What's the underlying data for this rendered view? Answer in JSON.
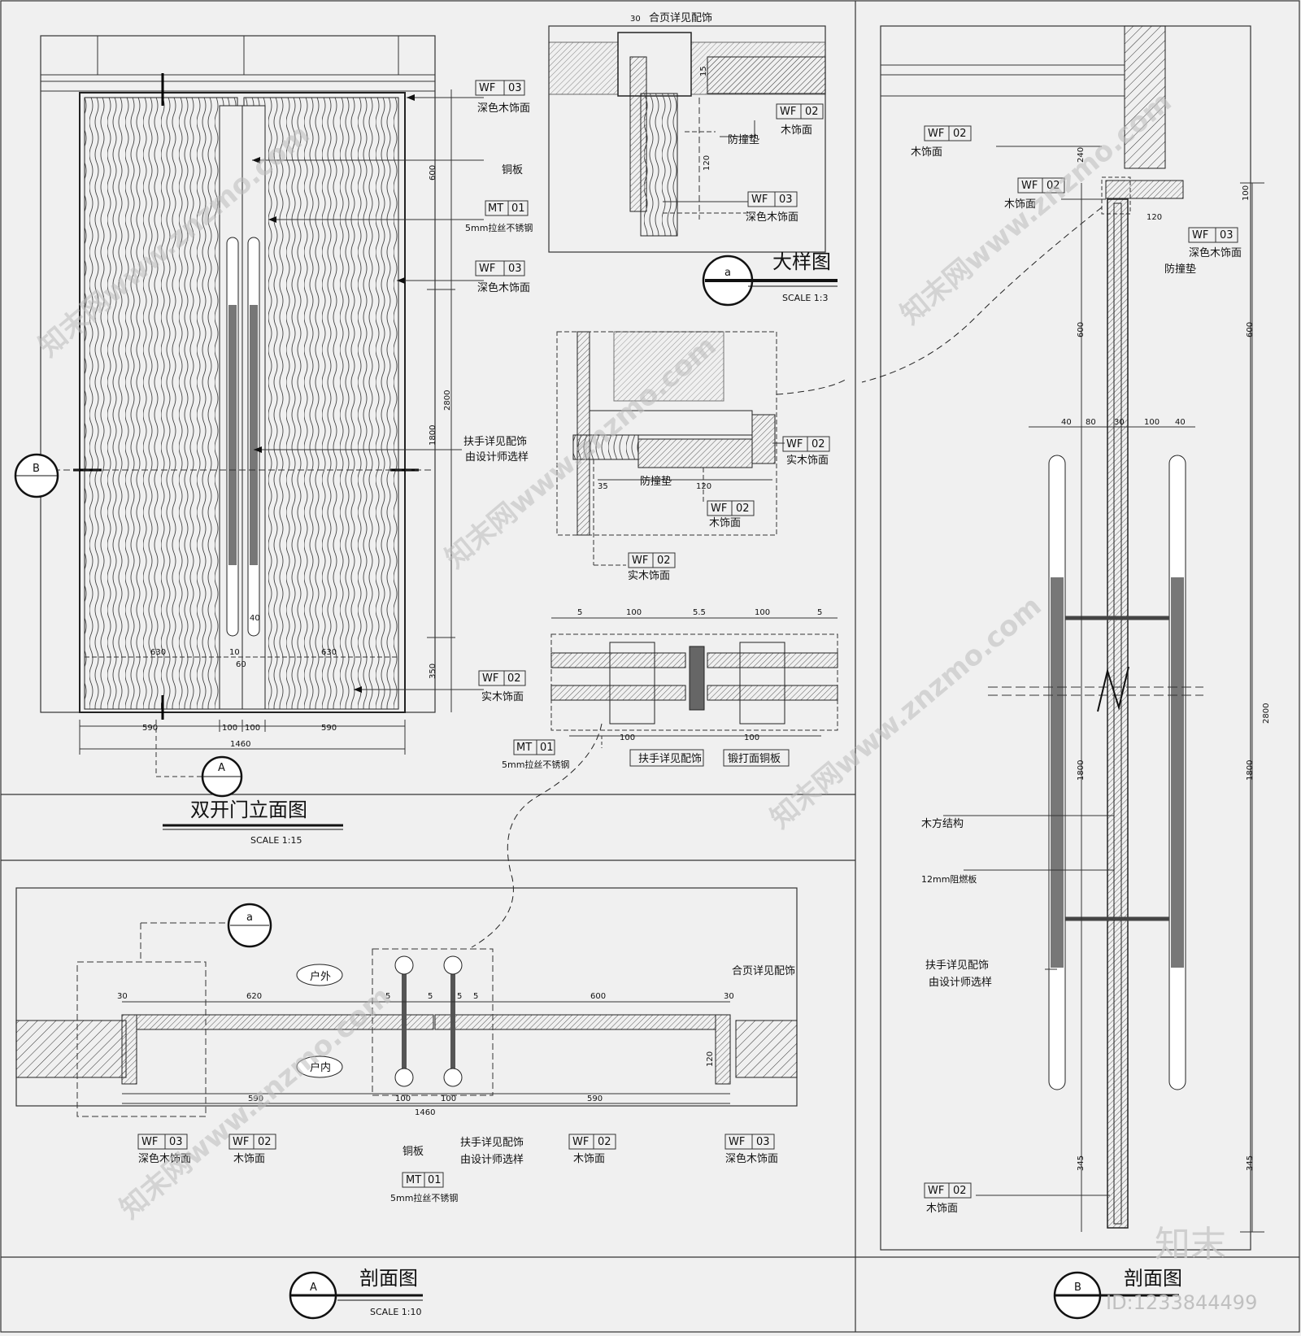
{
  "elevation": {
    "title": "双开门立面图",
    "scale": "SCALE 1:15",
    "tags": [
      {
        "code": "WF",
        "num": "03",
        "label": "深色木饰面"
      },
      {
        "label": "铜板"
      },
      {
        "code": "MT",
        "num": "01",
        "label": "5mm拉丝不锈钢"
      },
      {
        "code": "WF",
        "num": "03",
        "label": "深色木饰面"
      },
      {
        "label": "扶手详见配饰",
        "label2": "由设计师选样"
      },
      {
        "code": "WF",
        "num": "02",
        "label": "实木饰面"
      }
    ],
    "dims": {
      "d600": "600",
      "d2800": "2800",
      "d1800": "1800",
      "d350": "350",
      "d630a": "630",
      "d630b": "630",
      "d10": "10",
      "d60": "60",
      "d40": "40",
      "d590a": "590",
      "d100a": "100",
      "d100b": "100",
      "d590b": "590",
      "d1460": "1460"
    },
    "markers": {
      "section_a": "A",
      "section_b": "B"
    }
  },
  "detail_a": {
    "title": "大样图",
    "scale": "SCALE 1:3",
    "marker": "a",
    "top_note": "合页详见配饰",
    "dim30": "30",
    "dim120": "120",
    "dim15": "15",
    "tags": [
      {
        "code": "WF",
        "num": "02",
        "label": "木饰面"
      },
      {
        "label": "防撞垫"
      },
      {
        "code": "WF",
        "num": "03",
        "label": "深色木饰面"
      }
    ]
  },
  "detail_mid": {
    "tags": [
      {
        "code": "WF",
        "num": "02",
        "label": "实木饰面"
      },
      {
        "label": "防撞垫"
      },
      {
        "code": "WF",
        "num": "02",
        "label": "木饰面"
      },
      {
        "code": "WF",
        "num": "02",
        "label": "实木饰面"
      }
    ],
    "dim35": "35",
    "dim120": "120"
  },
  "detail_handle": {
    "dims": {
      "d5a": "5",
      "d100a": "100",
      "d55": "5.5",
      "d100b": "100",
      "d5b": "5",
      "d100c": "100",
      "d100d": "100"
    },
    "tags": [
      {
        "code": "MT",
        "num": "01",
        "label": "5mm拉丝不锈钢"
      },
      {
        "label": "扶手详见配饰"
      },
      {
        "label": "锻打面铜板"
      }
    ]
  },
  "section_a": {
    "title": "剖面图",
    "scale": "SCALE 1:10",
    "marker": "A",
    "detail_marker": "a",
    "outside": "户外",
    "inside": "户内",
    "hinge_note": "合页详见配饰",
    "dims": {
      "d30a": "30",
      "d620": "620",
      "d5a": "5",
      "d5b": "5",
      "d5c": "5",
      "d5d": "5",
      "d600": "600",
      "d30b": "30",
      "d120": "120",
      "d590a": "590",
      "d100a": "100",
      "d100b": "100",
      "d590b": "590",
      "d1460": "1460"
    },
    "tags": [
      {
        "code": "WF",
        "num": "03",
        "label": "深色木饰面"
      },
      {
        "code": "WF",
        "num": "02",
        "label": "木饰面"
      },
      {
        "label": "铜板"
      },
      {
        "label": "扶手详见配饰",
        "label2": "由设计师选样"
      },
      {
        "code": "WF",
        "num": "02",
        "label": "木饰面"
      },
      {
        "code": "WF",
        "num": "03",
        "label": "深色木饰面"
      },
      {
        "code": "MT",
        "num": "01",
        "label": "5mm拉丝不锈钢"
      }
    ]
  },
  "section_b": {
    "title": "剖面图",
    "marker": "B",
    "tags": [
      {
        "code": "WF",
        "num": "02",
        "label": "木饰面"
      },
      {
        "code": "WF",
        "num": "02",
        "label": "木饰面"
      },
      {
        "code": "WF",
        "num": "03",
        "label": "深色木饰面"
      },
      {
        "label": "防撞垫"
      },
      {
        "label": "木方结构"
      },
      {
        "label": "12mm阻燃板"
      },
      {
        "label": "扶手详见配饰",
        "label2": "由设计师选样"
      },
      {
        "code": "WF",
        "num": "02",
        "label": "木饰面"
      }
    ],
    "dims": {
      "d240": "240",
      "d120": "120",
      "d600a": "600",
      "d600b": "600",
      "d100": "100",
      "d40a": "40",
      "d80": "80",
      "d30": "30",
      "d100b": "100",
      "d40b": "40",
      "d1800a": "1800",
      "d1800b": "1800",
      "d2800": "2800",
      "d345a": "345",
      "d345b": "345"
    }
  },
  "watermark": {
    "text": "知末网www.znzmo.com",
    "brand": "知末",
    "id": "ID:1233844499"
  }
}
